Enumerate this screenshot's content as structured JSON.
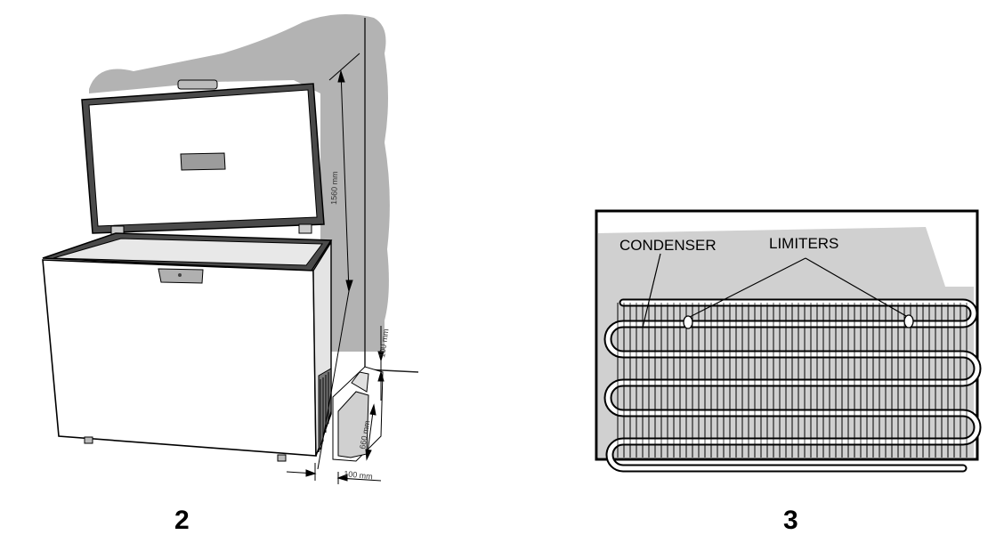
{
  "figure2": {
    "number": "2",
    "dimensions": {
      "height": "1560 mm",
      "wall_gap": "100 mm",
      "depth": "660 mm",
      "side_gap": "100 mm"
    }
  },
  "figure3": {
    "number": "3",
    "labels": {
      "condenser": "CONDENSER",
      "limiters": "LIMITERS"
    }
  },
  "colors": {
    "wall_shade": "#b3b3b3",
    "panel_shade": "#d0d0d0",
    "outline": "#000000"
  }
}
